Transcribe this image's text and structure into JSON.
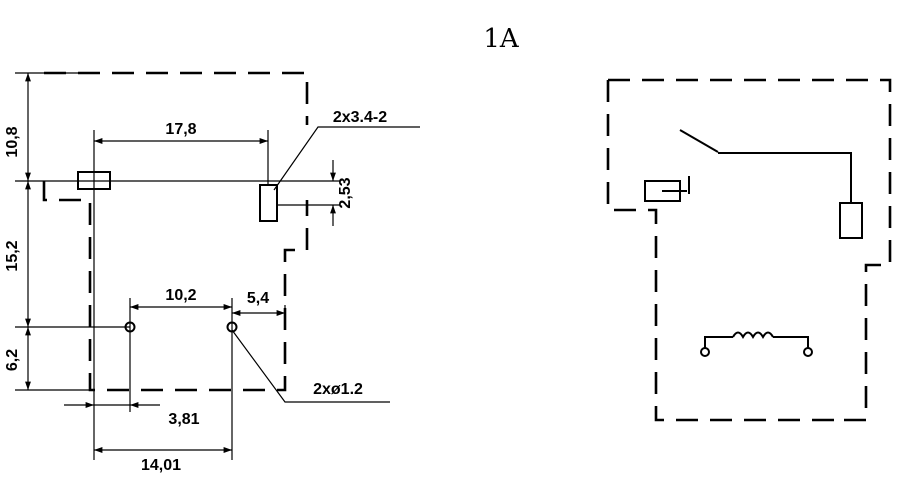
{
  "title": "1A",
  "footprint": {
    "dims": {
      "top_height": "10,8",
      "mid_height": "15,2",
      "bottom_height": "6,2",
      "slot_spacing": "17,8",
      "slot_offset": "2,53",
      "pin_spacing": "10,2",
      "pin_offset": "5,4",
      "pin_x_offset": "3,81",
      "total_width": "14,01"
    },
    "callouts": {
      "slot_holes": "2x3.4-2",
      "round_holes": "2xø1.2"
    }
  },
  "schematic": {
    "components": [
      "normally-open-contact",
      "coil"
    ]
  }
}
